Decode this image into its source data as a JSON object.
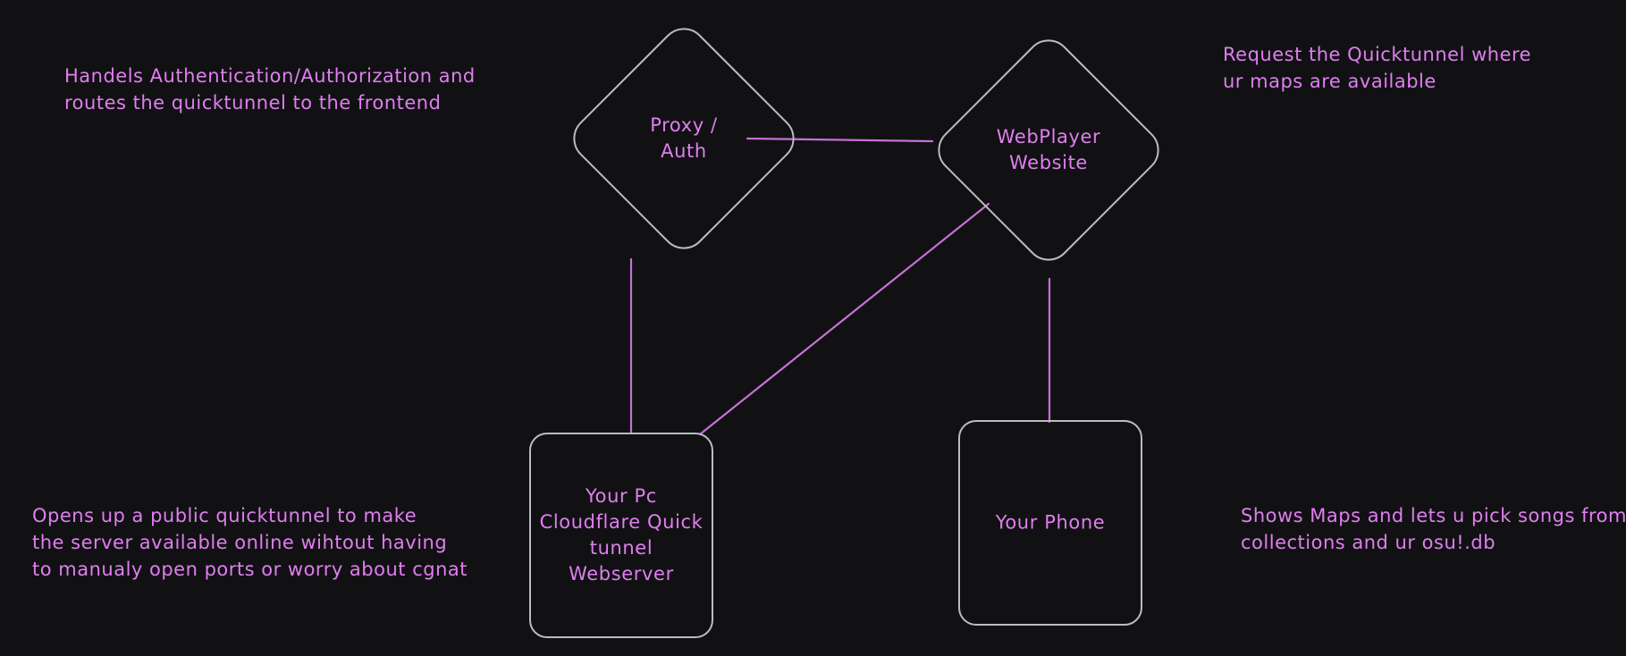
{
  "canvas": {
    "background_color": "#111113",
    "node_border_color": "#b9bdc1",
    "edge_color": "#c86fd9",
    "text_color": "#e07ef0"
  },
  "nodes": [
    {
      "id": "proxy-auth",
      "shape": "diamond",
      "label": "Proxy /\nAuth"
    },
    {
      "id": "webplayer-website",
      "shape": "diamond",
      "label": "WebPlayer\nWebsite"
    },
    {
      "id": "your-pc",
      "shape": "rect",
      "label": "Your Pc\nCloudflare Quick\ntunnel\nWebserver"
    },
    {
      "id": "your-phone",
      "shape": "rect",
      "label": "Your Phone"
    }
  ],
  "annotations": [
    {
      "id": "proxy-auth-note",
      "text": "Handels Authentication/Authorization and\nroutes the quicktunnel to the frontend"
    },
    {
      "id": "webplayer-note",
      "text": "Request the Quicktunnel where\nur maps are available"
    },
    {
      "id": "your-pc-note",
      "text": "Opens up a public quicktunnel to make\nthe server available online wihtout having\nto manualy open ports or worry about cgnat"
    },
    {
      "id": "your-phone-note",
      "text": "Shows Maps and lets u pick songs from\ncollections and ur osu!.db"
    }
  ],
  "edges": [
    {
      "id": "proxy-to-webplayer",
      "from": "proxy-auth",
      "to": "webplayer-website"
    },
    {
      "id": "proxy-to-pc",
      "from": "proxy-auth",
      "to": "your-pc"
    },
    {
      "id": "webplayer-to-pc",
      "from": "webplayer-website",
      "to": "your-pc"
    },
    {
      "id": "webplayer-to-phone",
      "from": "webplayer-website",
      "to": "your-phone"
    }
  ]
}
